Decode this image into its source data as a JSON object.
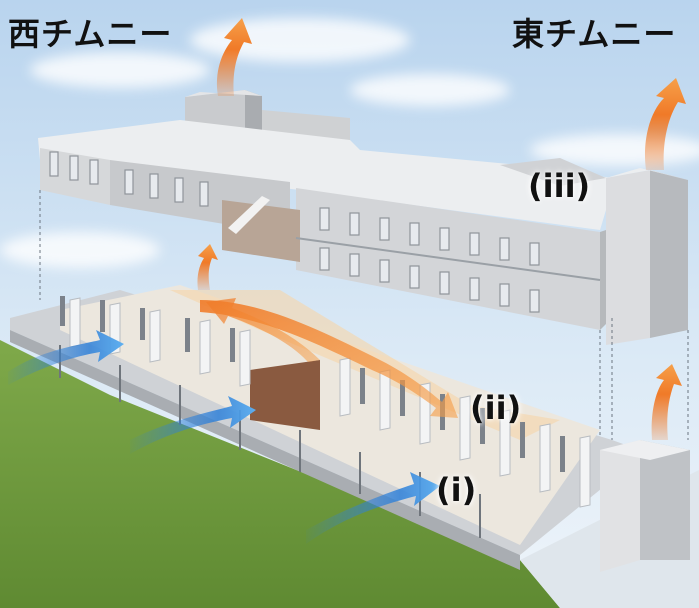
{
  "labels": {
    "west_chimney": "西チムニー",
    "east_chimney": "東チムニー",
    "marker_i": "(i)",
    "marker_ii": "(ii)",
    "marker_iii": "(iii)"
  },
  "colors": {
    "sky": "#cfe3f4",
    "lawn": "#6e9a3c",
    "building": "#d9dadc",
    "cool_air": "#2f80d8",
    "warm_air": "#f07a28"
  },
  "icons": {
    "cool_air_arrow": "blue-air-inflow-arrow",
    "warm_air_arrow": "orange-air-outflow-arrow"
  }
}
